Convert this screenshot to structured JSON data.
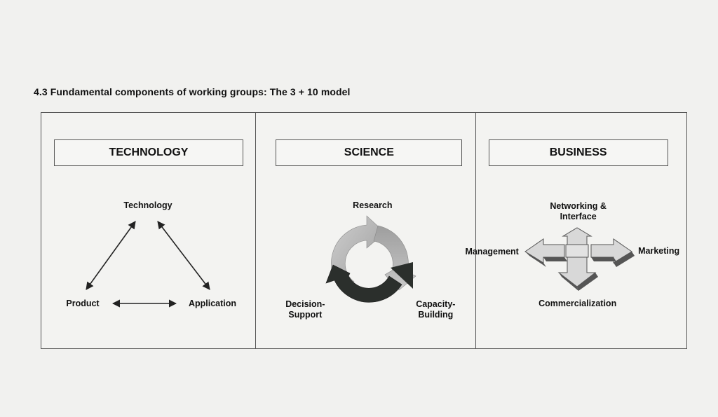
{
  "caption": "4.3 Fundamental components of working groups: The 3 + 10 model",
  "panels": {
    "technology": {
      "title": "TECHNOLOGY",
      "nodes": {
        "top": "Technology",
        "left": "Product",
        "right": "Application"
      }
    },
    "science": {
      "title": "SCIENCE",
      "nodes": {
        "top": "Research",
        "left_line1": "Decision-",
        "left_line2": "Support",
        "right_line1": "Capacity-",
        "right_line2": "Building"
      }
    },
    "business": {
      "title": "BUSINESS",
      "nodes": {
        "top_line1": "Networking &",
        "top_line2": "Interface",
        "left": "Management",
        "right": "Marketing",
        "bottom": "Commercialization"
      }
    }
  },
  "colors": {
    "border": "#555555",
    "arrow": "#222222",
    "cycle_light": "#b8b8b8",
    "cycle_mid": "#8e8e8e",
    "cycle_dark": "#2b2f2c",
    "hub_face": "#d8d8d8",
    "hub_side": "#555555"
  }
}
